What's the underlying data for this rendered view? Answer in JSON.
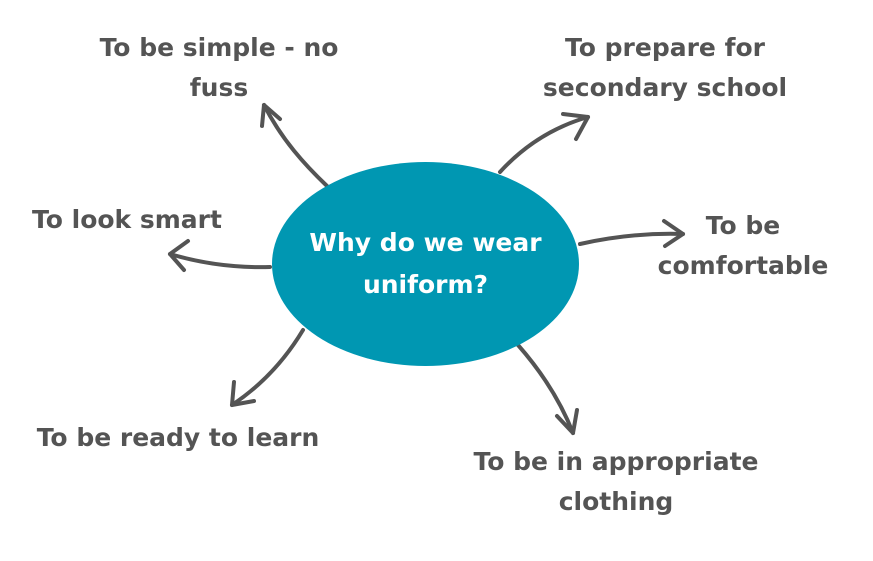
{
  "center": {
    "text": "Why do we wear uniform?",
    "color": "#0097b2"
  },
  "reasons": {
    "simple": "To be simple - no fuss",
    "prepare": "To prepare for secondary school",
    "smart": "To look smart",
    "comfortable": "To be comfortable",
    "ready": "To be ready to learn",
    "appropriate": "To be in appropriate clothing"
  },
  "colors": {
    "text": "#545454",
    "arrow": "#545454",
    "center_text": "#ffffff"
  }
}
